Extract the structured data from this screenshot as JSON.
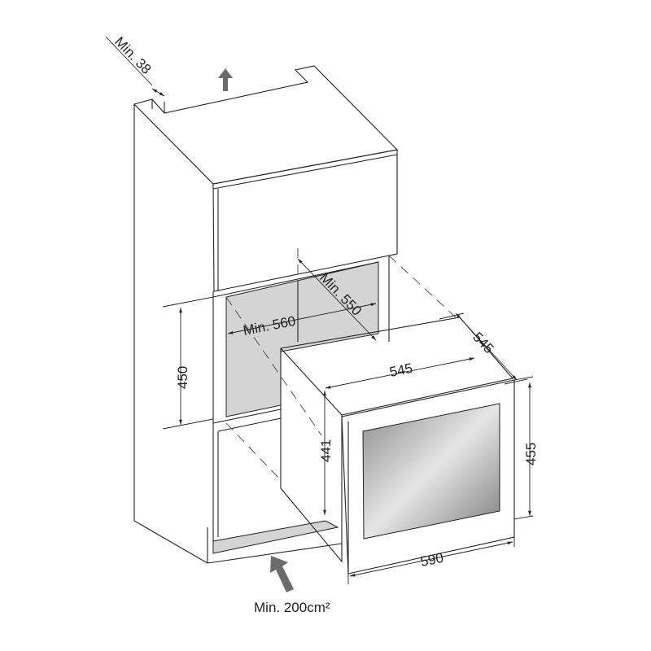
{
  "diagram": {
    "title": "Built-in installation dimensions",
    "labels": {
      "top_clearance": "Min. 38",
      "niche_depth": "Min. 550",
      "niche_width": "Min. 560",
      "niche_height": "450",
      "unit_depth": "545",
      "unit_width": "545",
      "unit_body_height": "441",
      "front_height": "455",
      "front_width": "590",
      "ventilation": "Min. 200cm²"
    },
    "icons": [
      "airflow-up-arrow-icon",
      "airflow-in-arrow-icon"
    ],
    "colors": {
      "line": "#222222",
      "niche_fill": "#d4d4d4",
      "arrow": "#6b6b6b"
    }
  }
}
